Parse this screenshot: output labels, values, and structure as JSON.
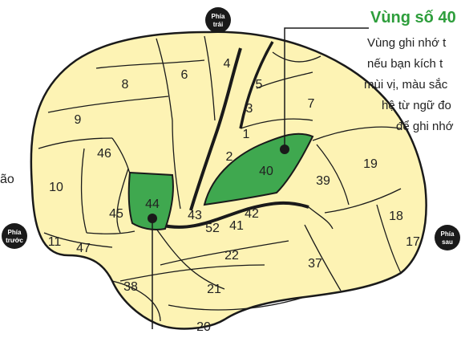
{
  "colors": {
    "brain_fill": "#fdf3b4",
    "highlight": "#3fa84f",
    "outline": "#1a1a1a",
    "badge": "#1a1a1a",
    "title": "#2e9e3c"
  },
  "callout": {
    "title": "Vùng số 40",
    "lines": [
      "Vùng ghi nhớ t",
      "nếu bạn kích t",
      "mùi vị, màu sắc",
      "hệ từ ngữ đo",
      "để ghi nhớ"
    ]
  },
  "badges": {
    "top_line1": "Phía",
    "top_line2": "trái",
    "front_line1": "Phía",
    "front_line2": "trước",
    "back_line1": "Phía",
    "back_line2": "sau"
  },
  "side_text": "ão",
  "highlighted_areas": [
    "40",
    "44"
  ],
  "area_labels": {
    "a1": "1",
    "a2": "2",
    "a3": "3",
    "a4": "4",
    "a5": "5",
    "a6": "6",
    "a7": "7",
    "a8": "8",
    "a9": "9",
    "a10": "10",
    "a11": "11",
    "a17": "17",
    "a18": "18",
    "a19": "19",
    "a20": "20",
    "a21": "21",
    "a22": "22",
    "a37": "37",
    "a38": "38",
    "a39": "39",
    "a40": "40",
    "a41": "41",
    "a42": "42",
    "a43": "43",
    "a44": "44",
    "a45": "45",
    "a46": "46",
    "a47": "47",
    "a52": "52"
  }
}
